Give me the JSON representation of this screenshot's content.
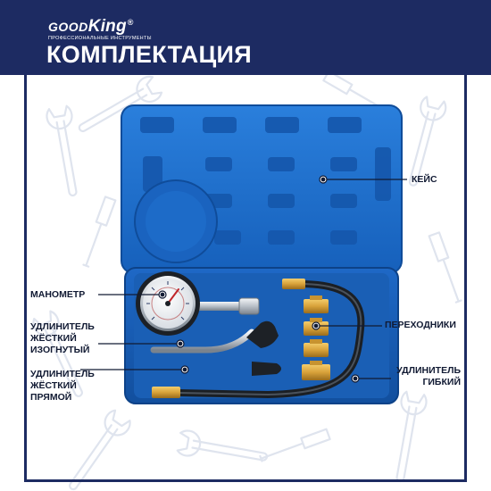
{
  "logo": {
    "name_good": "GOOD",
    "name_king": "King",
    "registered": "®",
    "subtitle": "ПРОФЕССИОНАЛЬНЫЕ ИНСТРУМЕНТЫ"
  },
  "title": "КОМПЛЕКТАЦИЯ",
  "labels": {
    "case": "КЕЙС",
    "gauge": "МАНОМЕТР",
    "bent_line1": "УДЛИНИТЕЛЬ",
    "bent_line2": "ЖЁСТКИЙ",
    "bent_line3": "ИЗОГНУТЫЙ",
    "straight_line1": "УДЛИНИТЕЛЬ",
    "straight_line2": "ЖЁСТКИЙ",
    "straight_line3": "ПРЯМОЙ",
    "adapters": "ПЕРЕХОДНИКИ",
    "flex_line1": "УДЛИНИТЕЛЬ",
    "flex_line2": "ГИБКИЙ"
  },
  "colors": {
    "navy": "#1d2b62",
    "case_blue": "#1f6fcc",
    "case_dark": "#0f4c9a",
    "brass": "#d8a23a",
    "pattern": "#dfe4ee"
  },
  "icons": [
    "wrench-icon",
    "screwdriver-icon",
    "gauge-icon",
    "hose-icon",
    "adapter-icon"
  ]
}
